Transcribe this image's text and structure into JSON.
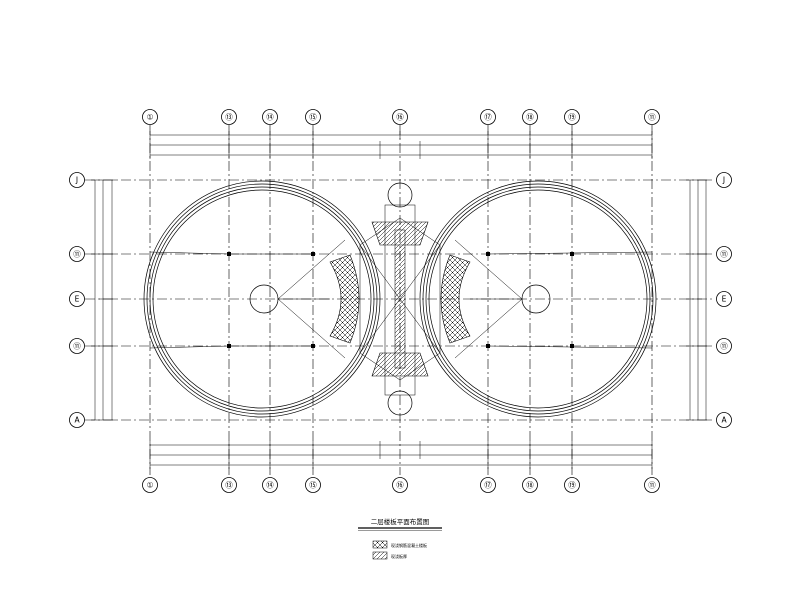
{
  "grid": {
    "columns_top": [
      "①",
      "⑬",
      "⑭",
      "⑮",
      "⑯",
      "⑰",
      "⑱",
      "⑲",
      "⑪"
    ],
    "columns_bottom": [
      "①",
      "⑬",
      "⑭",
      "⑮",
      "⑯",
      "⑰",
      "⑱",
      "⑲",
      "⑪"
    ],
    "rows_left": [
      "J",
      "⑪",
      "E",
      "⑪",
      "A"
    ],
    "rows_right": [
      "J",
      "⑪",
      "E",
      "⑪",
      "A"
    ]
  },
  "title": "二层楼板平面布置图",
  "legend": [
    {
      "pattern": "crosshatch",
      "text": "现浇钢筋混凝土楼板"
    },
    {
      "pattern": "diagonal",
      "text": "现浇板厚"
    }
  ]
}
